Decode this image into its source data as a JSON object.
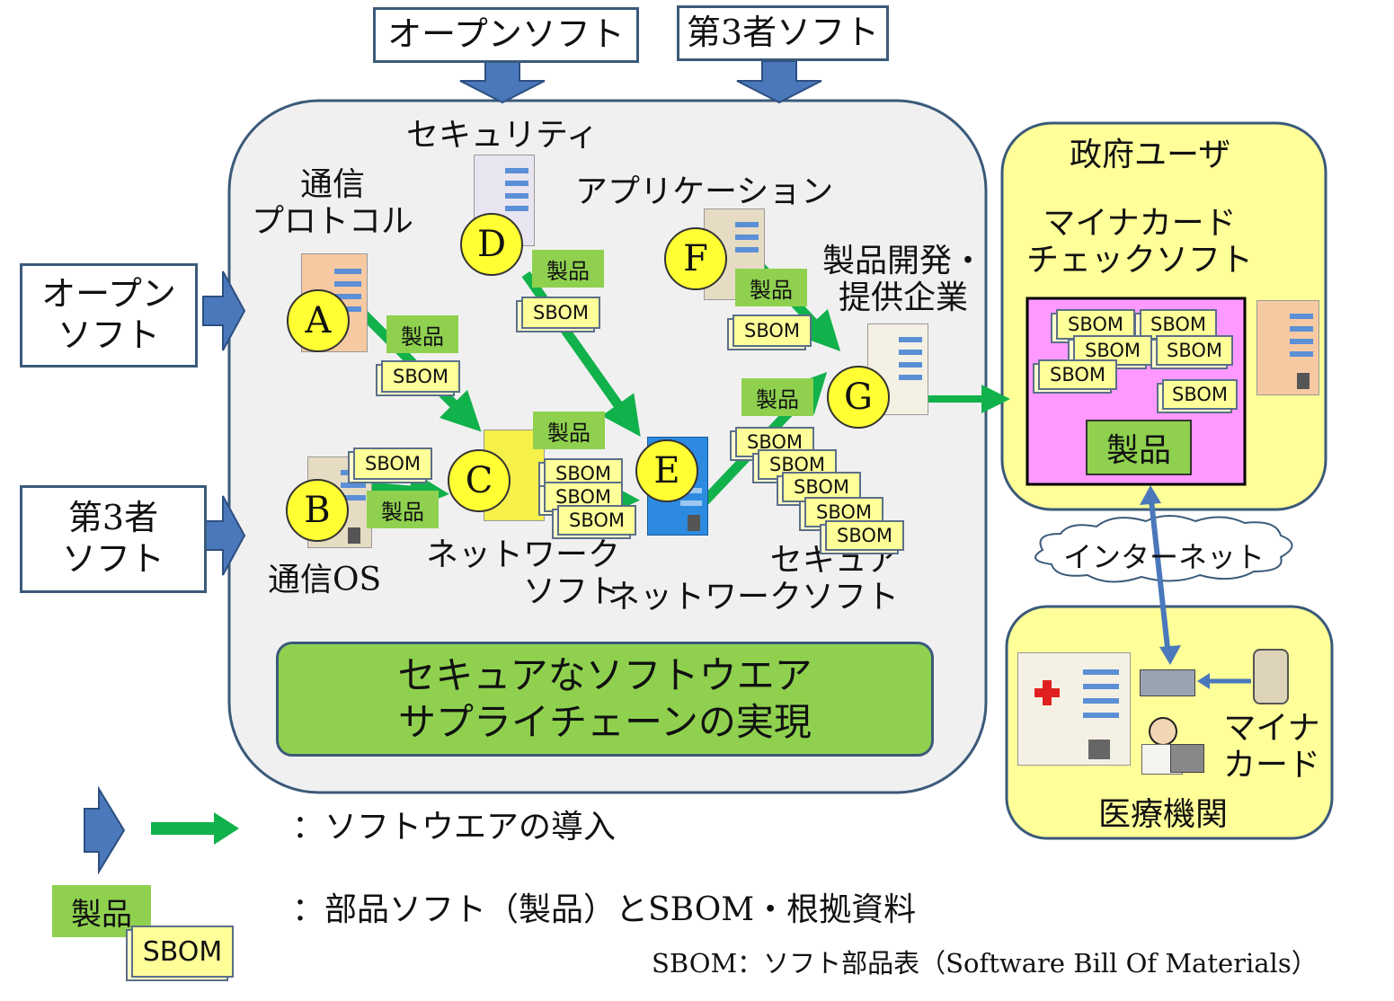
{
  "top_inputs": {
    "open_soft": "オープンソフト",
    "third_party": "第3者ソフト"
  },
  "left_inputs": {
    "open_soft": "オープン\nソフト",
    "third_party": "第3者\nソフト"
  },
  "nodes": {
    "A": "A",
    "B": "B",
    "C": "C",
    "D": "D",
    "E": "E",
    "F": "F",
    "G": "G"
  },
  "node_labels": {
    "security": "セキュリティ",
    "comm_protocol": "通信\nプロトコル",
    "comm_os": "通信OS",
    "application": "アプリケーション",
    "network_soft": "ネットワーク\nソフト",
    "secure_network": "セキュア\nネットワークソフト",
    "product_dev": "製品開発・\n提供企業"
  },
  "badges": {
    "product": "製品",
    "sbom": "SBOM"
  },
  "banner": "セキュアなソフトウエア\nサプライチェーンの実現",
  "gov_user": {
    "title": "政府ユーザ",
    "subtitle": "マイナカード\nチェックソフト",
    "product": "製品"
  },
  "internet": "インターネット",
  "medical": {
    "title": "医療機関",
    "card": "マイナ\nカード"
  },
  "legend": {
    "arrow_desc": "：ソフトウエアの導入",
    "badge_desc": "：部品ソフト（製品）とSBOM・根拠資料",
    "product": "製品",
    "sbom": "SBOM"
  },
  "footnote": "SBOM：ソフト部品表（Software Bill Of Materials）",
  "colors": {
    "container_bg": "#f0f0f0",
    "container_border": "#3b5a7a",
    "green_arrow": "#11b14b",
    "blue_arrow": "#4a78bb",
    "banner_bg": "#8fd14f",
    "gov_bg": "#ffff99",
    "magenta": "#ff99ff",
    "node_yellow": "#ffff33"
  }
}
